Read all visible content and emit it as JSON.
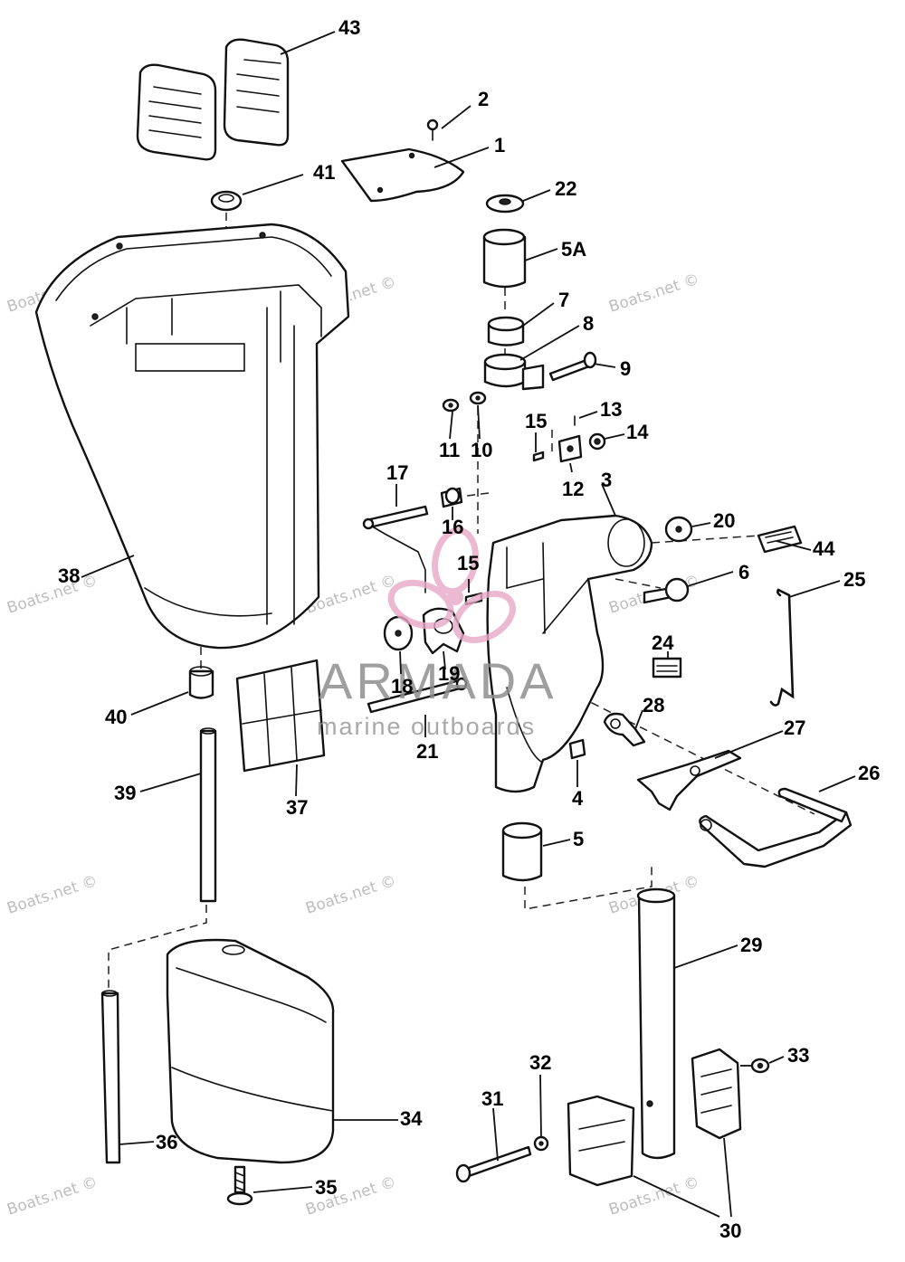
{
  "watermark": {
    "text": "Boats.net ©"
  },
  "logo": {
    "title": "ARMADA",
    "subtitle": "marine outboards",
    "accent_color": "#e8a8c8"
  },
  "callouts": {
    "c1": "1",
    "c2": "2",
    "c3": "3",
    "c4": "4",
    "c5": "5",
    "c5a": "5A",
    "c6": "6",
    "c7": "7",
    "c8": "8",
    "c9": "9",
    "c10": "10",
    "c11": "11",
    "c12": "12",
    "c13": "13",
    "c14": "14",
    "c15a": "15",
    "c15b": "15",
    "c16": "16",
    "c17": "17",
    "c18": "18",
    "c19": "19",
    "c20": "20",
    "c21": "21",
    "c22": "22",
    "c24": "24",
    "c25": "25",
    "c26": "26",
    "c27": "27",
    "c28": "28",
    "c29": "29",
    "c30": "30",
    "c31": "31",
    "c32": "32",
    "c33": "33",
    "c34": "34",
    "c35": "35",
    "c36": "36",
    "c37": "37",
    "c38": "38",
    "c39": "39",
    "c40": "40",
    "c41": "41",
    "c43": "43",
    "c44": "44"
  }
}
